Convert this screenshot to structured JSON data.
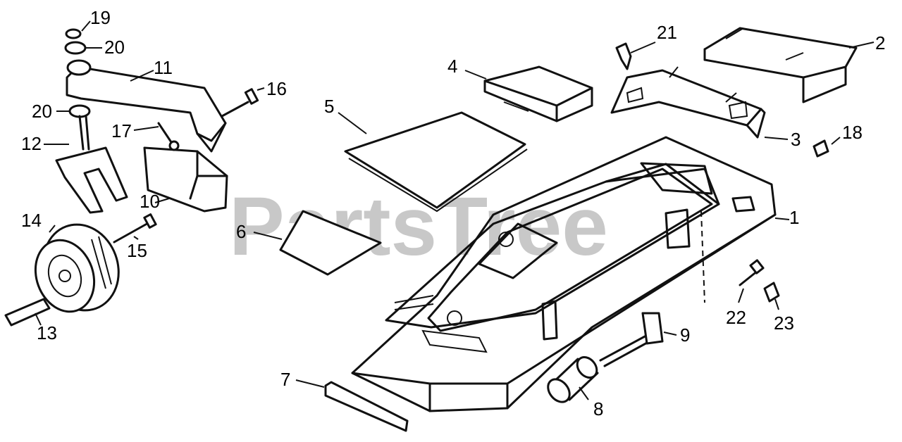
{
  "watermark": "PartsTree",
  "labels": {
    "l1": "1",
    "l2": "2",
    "l3": "3",
    "l4": "4",
    "l5": "5",
    "l6": "6",
    "l7": "7",
    "l8": "8",
    "l9": "9",
    "l10": "10",
    "l11": "11",
    "l12": "12",
    "l13": "13",
    "l14": "14",
    "l15": "15",
    "l16": "16",
    "l17": "17",
    "l18": "18",
    "l19": "19",
    "l20a": "20",
    "l20b": "20",
    "l21": "21",
    "l22": "22",
    "l23": "23"
  }
}
